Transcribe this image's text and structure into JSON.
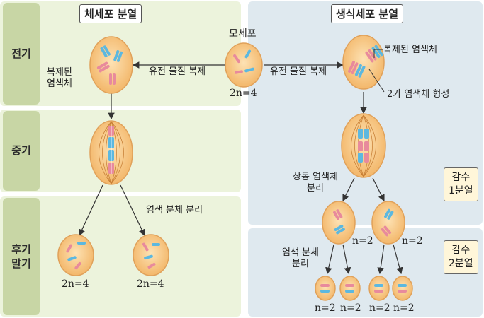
{
  "phases": {
    "early": "전기",
    "mid": "중기",
    "late": "후기\n말기"
  },
  "somatic": {
    "title": "체세포 분열",
    "replicated": "복제된\n염색체",
    "replication": "유전 물질 복제",
    "separation": "염색 분체 분리",
    "daughter_left": "2n=4",
    "daughter_right": "2n=4"
  },
  "mother": {
    "label": "모세포",
    "ploidy": "2n=4"
  },
  "germ": {
    "title": "생식세포 분열",
    "replication": "유전 물질 복제",
    "replicated": "복제된 염색체",
    "bivalent": "2가 염색체 형성",
    "homolog_sep": "상동 염색체\n분리",
    "meiosis1": "감수\n1분열",
    "meiosis2": "감수\n2분열",
    "chromatid_sep": "염색 분체\n분리",
    "m1_left": "n=2",
    "m1_right": "n=2",
    "m2_1": "n=2",
    "m2_2": "n=2",
    "m2_3": "n=2",
    "m2_4": "n=2"
  },
  "colors": {
    "left_panel": "#ecf3dc",
    "right_panel": "#dfe9ef",
    "phase_tab": "#c8d6a5",
    "cell_fill": "#f8cc8a",
    "cell_stroke": "#e0a15a",
    "chrom_pink": "#e88a9c",
    "chrom_blue": "#5cb8e0"
  }
}
